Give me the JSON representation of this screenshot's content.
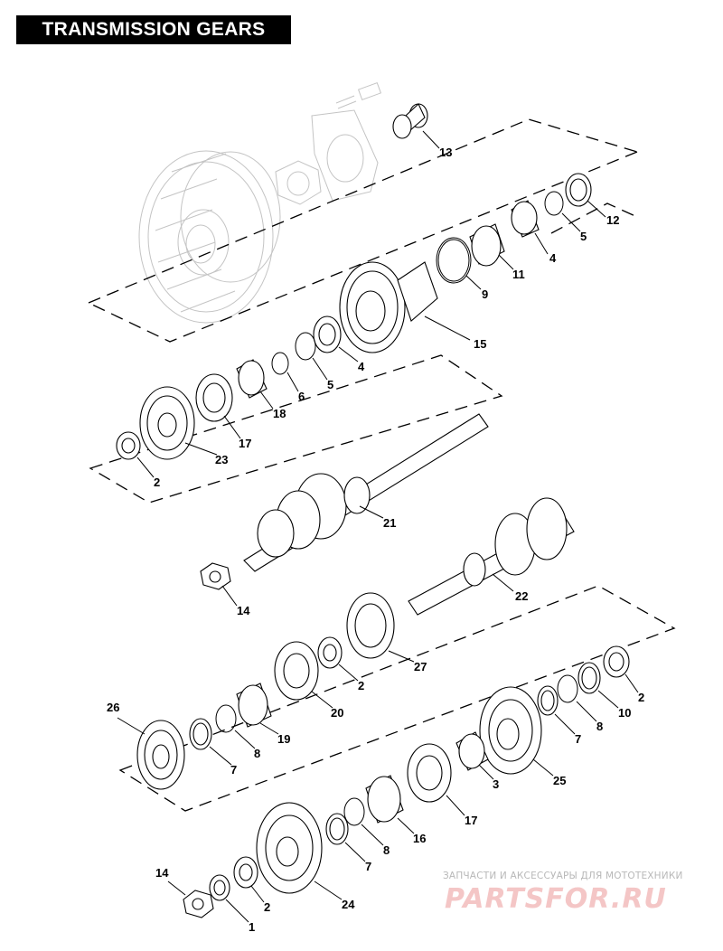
{
  "title": "TRANSMISSION GEARS",
  "callouts": [
    {
      "id": "c13",
      "text": "13"
    },
    {
      "id": "c12",
      "text": "12"
    },
    {
      "id": "c5a",
      "text": "5"
    },
    {
      "id": "c4a",
      "text": "4"
    },
    {
      "id": "c11",
      "text": "11"
    },
    {
      "id": "c9",
      "text": "9"
    },
    {
      "id": "c15",
      "text": "15"
    },
    {
      "id": "c4b",
      "text": "4"
    },
    {
      "id": "c5b",
      "text": "5"
    },
    {
      "id": "c6",
      "text": "6"
    },
    {
      "id": "c18",
      "text": "18"
    },
    {
      "id": "c17a",
      "text": "17"
    },
    {
      "id": "c23",
      "text": "23"
    },
    {
      "id": "c2a",
      "text": "2"
    },
    {
      "id": "c21",
      "text": "21"
    },
    {
      "id": "c14a",
      "text": "14"
    },
    {
      "id": "c22",
      "text": "22"
    },
    {
      "id": "c27",
      "text": "27"
    },
    {
      "id": "c2b",
      "text": "2"
    },
    {
      "id": "c20",
      "text": "20"
    },
    {
      "id": "c19",
      "text": "19"
    },
    {
      "id": "c8a",
      "text": "8"
    },
    {
      "id": "c7a",
      "text": "7"
    },
    {
      "id": "c26",
      "text": "26"
    },
    {
      "id": "c2c",
      "text": "2"
    },
    {
      "id": "c10",
      "text": "10"
    },
    {
      "id": "c8b",
      "text": "8"
    },
    {
      "id": "c7b",
      "text": "7"
    },
    {
      "id": "c25",
      "text": "25"
    },
    {
      "id": "c3",
      "text": "3"
    },
    {
      "id": "c17b",
      "text": "17"
    },
    {
      "id": "c16",
      "text": "16"
    },
    {
      "id": "c8c",
      "text": "8"
    },
    {
      "id": "c7c",
      "text": "7"
    },
    {
      "id": "c14b",
      "text": "14"
    },
    {
      "id": "c24",
      "text": "24"
    },
    {
      "id": "c2d",
      "text": "2"
    },
    {
      "id": "c1",
      "text": "1"
    }
  ],
  "watermark": {
    "tagline": "ЗАПЧАСТИ И АКСЕССУАРЫ ДЛЯ МОТОТЕХНИКИ",
    "logo": "PARTSFOR.RU"
  },
  "colors": {
    "title_bg": "#000000",
    "title_fg": "#ffffff",
    "watermark_logo": "#f4c6c6",
    "ghost_parts": "#c4c4c4"
  }
}
